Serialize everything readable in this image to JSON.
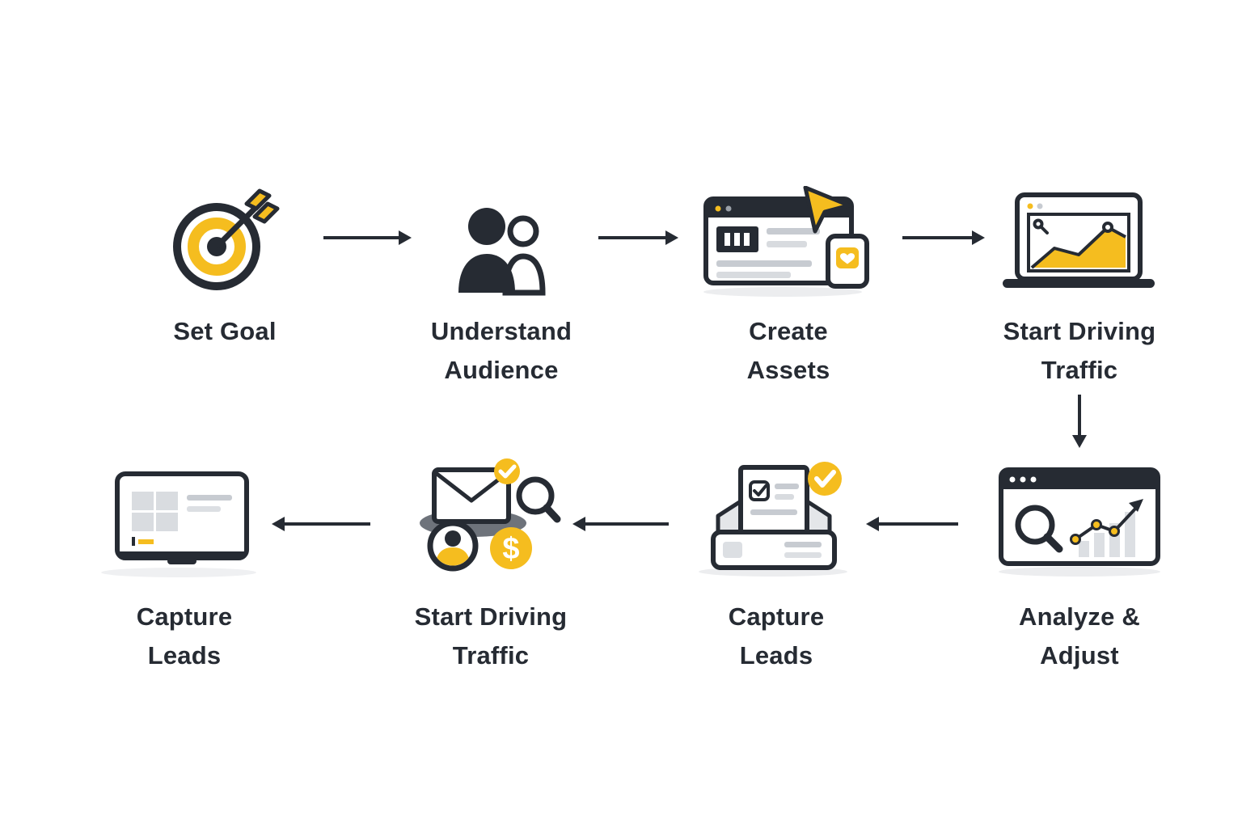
{
  "diagram": {
    "type": "flowchart",
    "colors": {
      "accent_yellow": "#F5BD1F",
      "dark": "#262B33",
      "light_gray": "#C7CBD1",
      "shadow_gray": "#ECEDEF",
      "background": "#FFFFFF"
    },
    "steps": [
      {
        "label": "Set Goal",
        "lines": [
          "Set Goal"
        ],
        "icon": "target-arrow-icon"
      },
      {
        "label": "Understand Audience",
        "lines": [
          "Understand",
          "Audience"
        ],
        "icon": "audience-people-icon"
      },
      {
        "label": "Create Assets",
        "lines": [
          "Create",
          "Assets"
        ],
        "icon": "browser-assets-cursor-icon"
      },
      {
        "label": "Start Driving Traffic",
        "lines": [
          "Start Driving",
          "Traffic"
        ],
        "icon": "laptop-growth-chart-icon"
      },
      {
        "label": "Analyze & Adjust",
        "lines": [
          "Analyze &",
          "Adjust"
        ],
        "icon": "browser-analytics-magnifier-icon"
      },
      {
        "label": "Capture Leads",
        "lines": [
          "Capture",
          "Leads"
        ],
        "icon": "inbox-document-check-icon"
      },
      {
        "label": "Start Driving Traffic",
        "lines": [
          "Start Driving",
          "Traffic"
        ],
        "icon": "email-search-lead-money-icon",
        "coin_symbol": "$"
      },
      {
        "label": "Capture Leads",
        "lines": [
          "Capture",
          "Leads"
        ],
        "icon": "laptop-form-icon"
      }
    ],
    "connections": [
      {
        "from": "Set Goal",
        "to": "Understand Audience",
        "direction": "right"
      },
      {
        "from": "Understand Audience",
        "to": "Create Assets",
        "direction": "right"
      },
      {
        "from": "Create Assets",
        "to": "Start Driving Traffic",
        "direction": "right"
      },
      {
        "from": "Start Driving Traffic",
        "to": "Analyze & Adjust",
        "direction": "down"
      },
      {
        "from": "Analyze & Adjust",
        "to": "Capture Leads",
        "direction": "left"
      },
      {
        "from": "Capture Leads",
        "to": "Start Driving Traffic",
        "direction": "left"
      },
      {
        "from": "Start Driving Traffic",
        "to": "Capture Leads",
        "direction": "left"
      }
    ]
  }
}
